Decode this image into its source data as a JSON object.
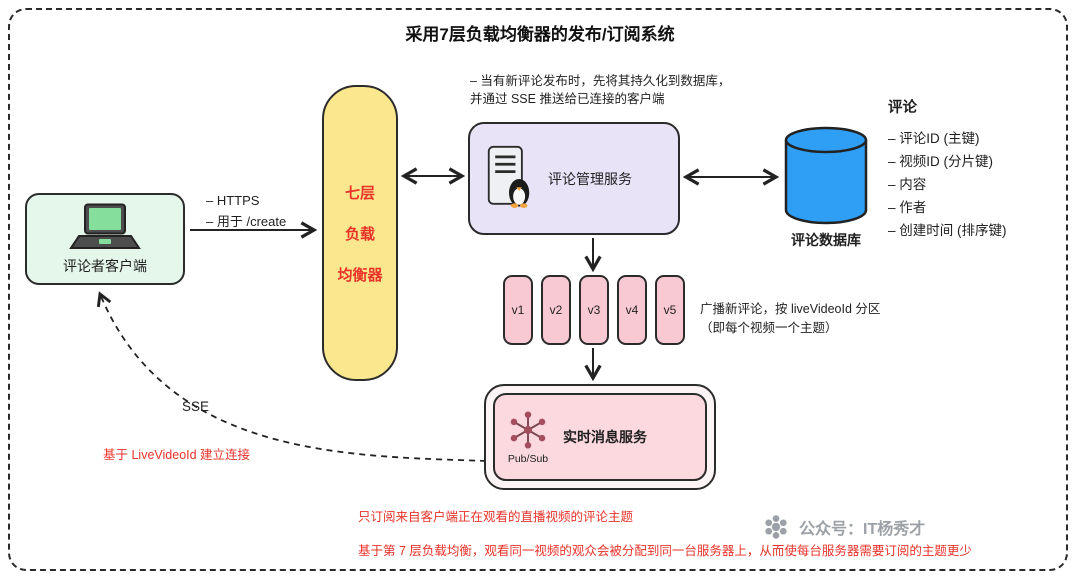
{
  "title": "采用7层负载均衡器的发布/订阅系统",
  "client": {
    "label": "评论者客户端"
  },
  "https_note": {
    "line1": "– HTTPS",
    "line2": "– 用于 /create"
  },
  "load_balancer": {
    "lines": [
      "七层",
      "负载",
      "均衡器"
    ]
  },
  "service": {
    "label": "评论管理服务",
    "note_line1": "– 当有新评论发布时，先将其持久化到数据库，",
    "note_line2": "并通过 SSE 推送给已连接的客户端"
  },
  "database": {
    "label": "评论数据库"
  },
  "schema": {
    "title": "评论",
    "fields": [
      "– 评论ID (主键)",
      "– 视频ID (分片键)",
      "– 内容",
      "– 作者",
      "– 创建时间 (排序键)"
    ]
  },
  "partitions": {
    "items": [
      "v1",
      "v2",
      "v3",
      "v4",
      "v5"
    ],
    "note_line1": "广播新评论，按 liveVideoId 分区",
    "note_line2": "（即每个视频一个主题）"
  },
  "pubsub": {
    "label": "实时消息服务",
    "sub_label": "Pub/Sub"
  },
  "sse": {
    "label": "SSE",
    "note": "基于 LiveVideoId 建立连接"
  },
  "footer_notes": {
    "line1": "只订阅来自客户端正在观看的直播视频的评论主题",
    "line2": "基于第 7 层负载均衡，观看同一视频的观众会被分配到同一台服务器上，从而使每台服务器需要订阅的主题更少"
  },
  "watermark": {
    "label": "公众号：IT杨秀才"
  },
  "colors": {
    "client_fill": "#e4f7ea",
    "load_balancer_fill": "#fbe88e",
    "service_fill": "#e9e3f8",
    "database_fill": "#2f9ff6",
    "partition_fill": "#f9c9d3",
    "pubsub_fill": "#fbd9de",
    "accent_red": "#e8332a",
    "watermark_gray": "#9ba1a6"
  }
}
